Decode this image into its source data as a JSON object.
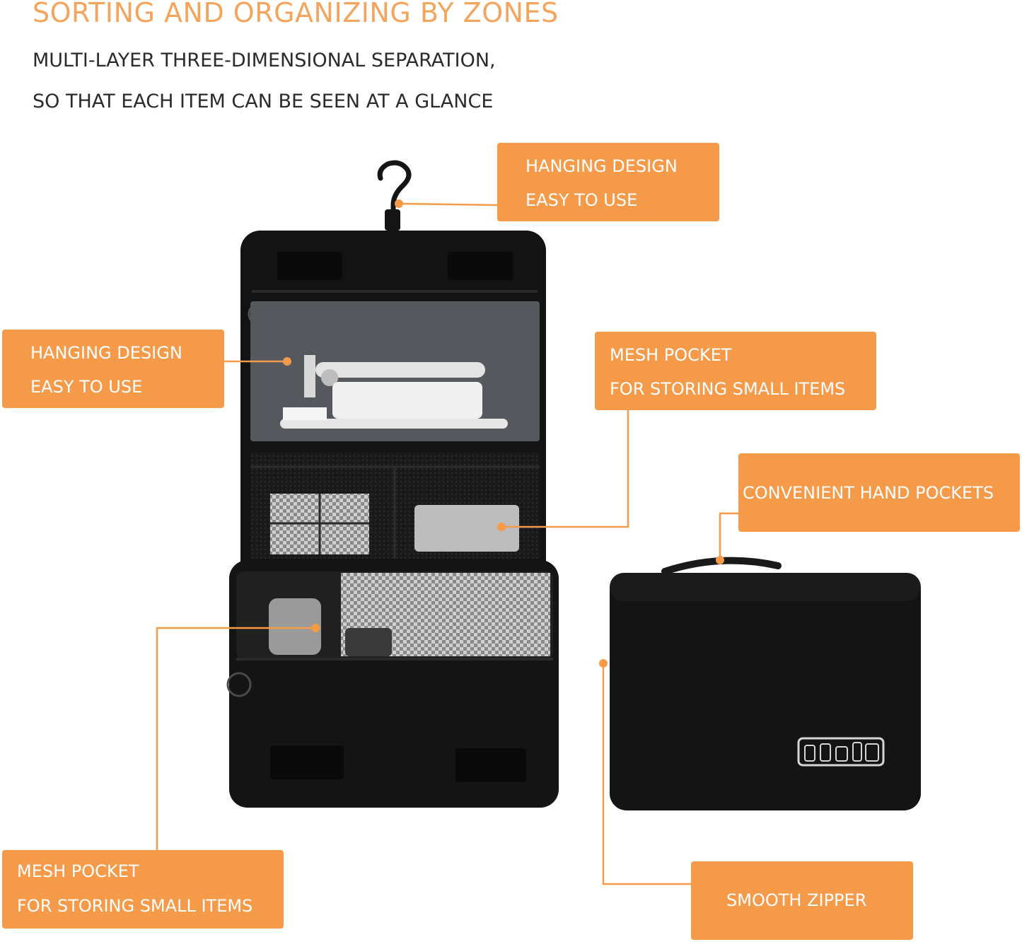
{
  "header": {
    "title": "SORTING AND ORGANIZING BY ZONES",
    "subtitle_line1": "MULTI-LAYER THREE-DIMENSIONAL SEPARATION,",
    "subtitle_line2": "SO THAT EACH ITEM CAN BE SEEN AT A GLANCE"
  },
  "callouts": {
    "hanging_top": {
      "line1": "HANGING DESIGN",
      "line2": "EASY TO USE"
    },
    "hanging_left": {
      "line1": "HANGING DESIGN",
      "line2": "EASY TO USE"
    },
    "mesh_right": {
      "line1": "MESH POCKET",
      "line2": "FOR STORING SMALL ITEMS"
    },
    "hand_pockets": {
      "line1": "CONVENIENT HAND POCKETS"
    },
    "mesh_bottom": {
      "line1": "MESH POCKET",
      "line2": "FOR STORING SMALL ITEMS"
    },
    "smooth_zipper": {
      "line1": "SMOOTH ZIPPER"
    }
  },
  "colors": {
    "accent": "#f59a49",
    "title": "#f4a55d",
    "text": "#2b2b2b",
    "bag": "#141414"
  },
  "icons": [
    "hook-icon",
    "razor-icon",
    "toothpaste-icon",
    "toothbrush-icon",
    "toiletry-badge-icon",
    "zipper-pull-icon"
  ]
}
